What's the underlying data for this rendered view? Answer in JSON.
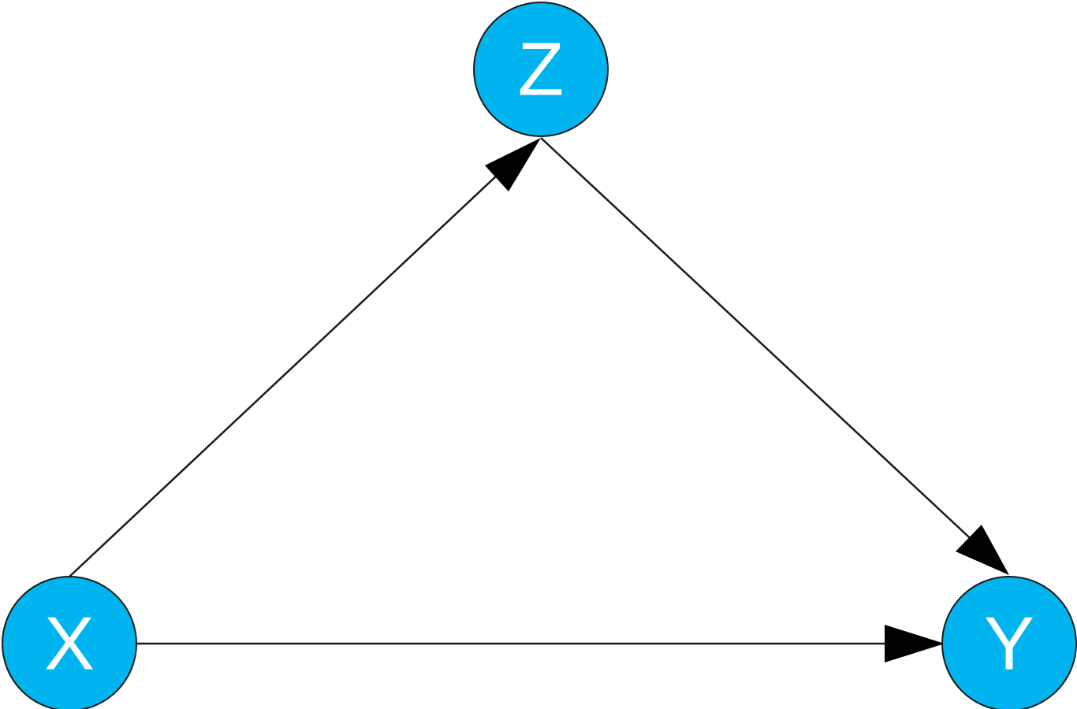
{
  "diagram": {
    "type": "directed-graph",
    "node_fill": "#00b4f0",
    "node_stroke": "#1a1a1a",
    "label_color": "#ffffff",
    "edge_color": "#1a1a1a",
    "nodes": [
      {
        "id": "Z",
        "label": "Z"
      },
      {
        "id": "X",
        "label": "X"
      },
      {
        "id": "Y",
        "label": "Y"
      }
    ],
    "edges": [
      {
        "from": "X",
        "to": "Z"
      },
      {
        "from": "Z",
        "to": "Y"
      },
      {
        "from": "X",
        "to": "Y"
      }
    ]
  }
}
